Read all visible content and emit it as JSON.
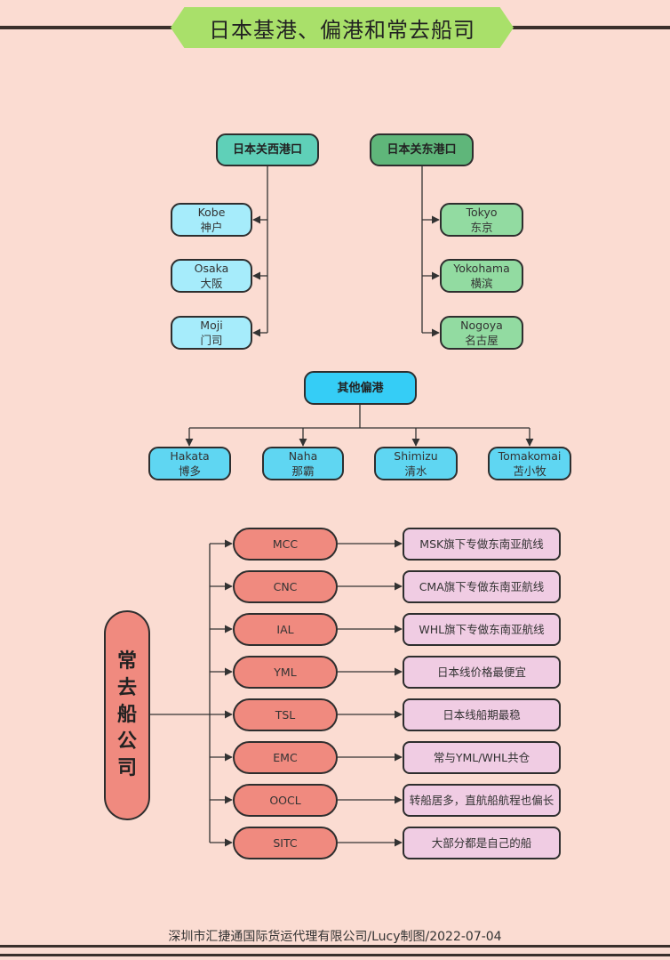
{
  "title": "日本基港、偏港和常去船司",
  "footer": "深圳市汇捷通国际货运代理有限公司/Lucy制图/2022-07-04",
  "colors": {
    "background": "#fbdcd2",
    "banner": "#a9e06a",
    "kansai_header": "#5fd0b8",
    "kansai_port": "#a6ecfb",
    "kanto_header": "#5fb67a",
    "kanto_port": "#92dba1",
    "other_header": "#35cdf6",
    "other_port": "#5fd6f2",
    "carrier": "#f08a7f",
    "carrier_desc": "#f0cce3"
  },
  "kansai": {
    "header": "日本关西港口",
    "ports": [
      {
        "en": "Kobe",
        "zh": "神户"
      },
      {
        "en": "Osaka",
        "zh": "大阪"
      },
      {
        "en": "Moji",
        "zh": "门司"
      }
    ]
  },
  "kanto": {
    "header": "日本关东港口",
    "ports": [
      {
        "en": "Tokyo",
        "zh": "东京"
      },
      {
        "en": "Yokohama",
        "zh": "横滨"
      },
      {
        "en": "Nogoya",
        "zh": "名古屋"
      }
    ]
  },
  "other": {
    "header": "其他偏港",
    "ports": [
      {
        "en": "Hakata",
        "zh": "博多"
      },
      {
        "en": "Naha",
        "zh": "那霸"
      },
      {
        "en": "Shimizu",
        "zh": "清水"
      },
      {
        "en": "Tomakomai",
        "zh": "苫小牧"
      }
    ]
  },
  "carriers": {
    "label_chars": [
      "常",
      "去",
      "船",
      "公",
      "司"
    ],
    "items": [
      {
        "name": "MCC",
        "desc": "MSK旗下专做东南亚航线"
      },
      {
        "name": "CNC",
        "desc": "CMA旗下专做东南亚航线"
      },
      {
        "name": "IAL",
        "desc": "WHL旗下专做东南亚航线"
      },
      {
        "name": "YML",
        "desc": "日本线价格最便宜"
      },
      {
        "name": "TSL",
        "desc": "日本线船期最稳"
      },
      {
        "name": "EMC",
        "desc": "常与YML/WHL共仓"
      },
      {
        "name": "OOCL",
        "desc": "转船居多，直航船航程也偏长"
      },
      {
        "name": "SITC",
        "desc": "大部分都是自己的船"
      }
    ]
  }
}
